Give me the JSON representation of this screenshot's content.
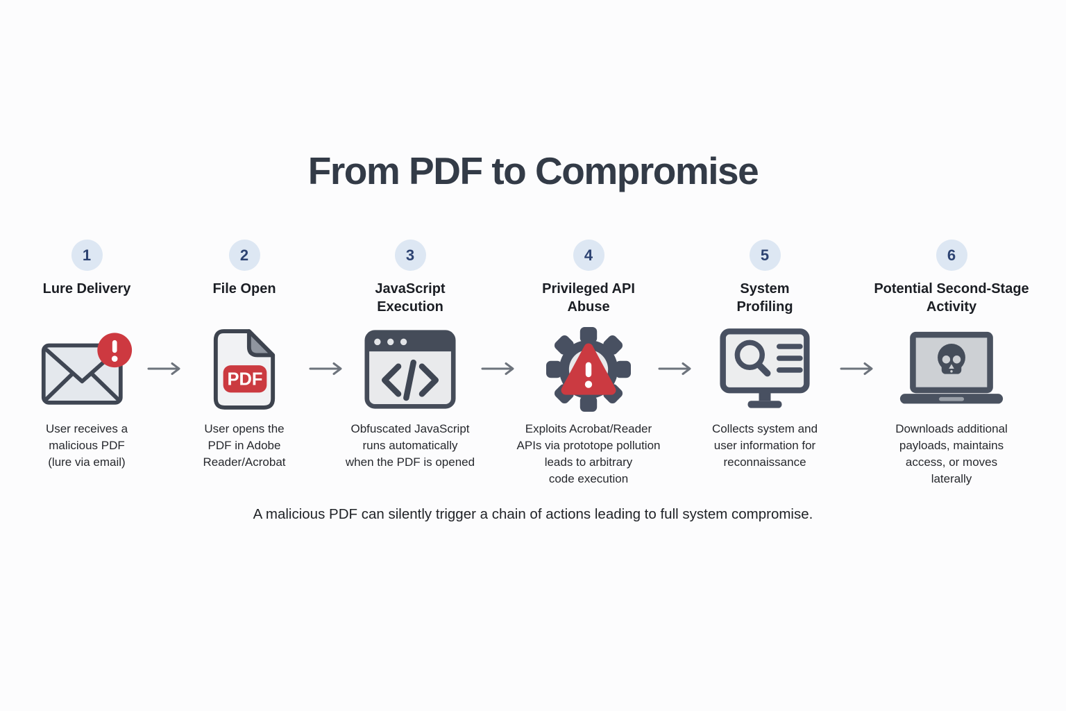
{
  "title": "From PDF to Compromise",
  "caption": "A malicious PDF can silently trigger a chain of actions leading to full system compromise.",
  "steps": [
    {
      "number": "1",
      "title": "Lure Delivery",
      "description": "User receives a\nmalicious PDF\n(lure via email)",
      "icon": "envelope-alert-icon"
    },
    {
      "number": "2",
      "title": "File Open",
      "description": "User opens the\nPDF in Adobe\nReader/Acrobat",
      "icon": "pdf-file-icon",
      "icon_label": "PDF"
    },
    {
      "number": "3",
      "title": "JavaScript\nExecution",
      "description": "Obfuscated JavaScript\nruns automatically\nwhen the PDF is opened",
      "icon": "code-window-icon"
    },
    {
      "number": "4",
      "title": "Privileged API\nAbuse",
      "description": "Exploits Acrobat/Reader\nAPIs via prototope pollution\nleads to arbitrary\ncode execution",
      "icon": "gear-warning-icon"
    },
    {
      "number": "5",
      "title": "System\nProfiling",
      "description": "Collects system and\nuser information for\nreconnaissance",
      "icon": "monitor-search-icon"
    },
    {
      "number": "6",
      "title": "Potential Second-Stage\nActivity",
      "description": "Downloads additional\npayloads, maintains\naccess, or moves\nlaterally",
      "icon": "laptop-skull-icon"
    }
  ],
  "colors": {
    "background": "#fcfcfd",
    "title_text": "#333b47",
    "number_badge_bg": "#dde7f3",
    "number_badge_text": "#2d4372",
    "icon_slate": "#485061",
    "icon_light_fill": "#e9eaec",
    "alert_red": "#cd3940",
    "arrow_gray": "#6d737c"
  }
}
